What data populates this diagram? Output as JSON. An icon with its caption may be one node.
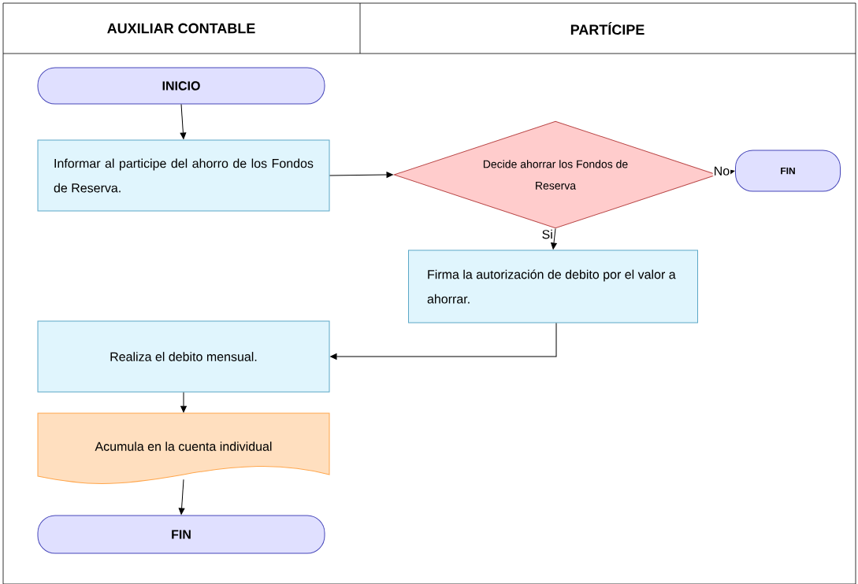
{
  "diagram": {
    "nodes": [
      {
        "text": [
          "INICIO"
        ]
      },
      {
        "text": [
          "Informar al participe del ahorro de los Fondos de Reserva."
        ]
      },
      {
        "text": [
          "Decide ahorrar los Fondos de Reserva"
        ]
      },
      {
        "text": [
          "FIN"
        ]
      },
      {
        "text": [
          "Firma la autorización de debito por el valor a ahorrar."
        ]
      },
      {
        "text": [
          "Realiza el debito mensual."
        ]
      },
      {
        "text": [
          "Acumula en la cuenta individual"
        ]
      },
      {
        "text": [
          "FIN"
        ]
      }
    ],
    "edges": [
      {
        "from": 0,
        "to": 1,
        "arrow": "to"
      },
      {
        "from": 1,
        "to": 2,
        "arrow": "to"
      },
      {
        "from": 2,
        "to": 3,
        "arrow": "to",
        "label": "No"
      },
      {
        "from": 2,
        "to": 4,
        "arrow": "to",
        "label": "Si"
      },
      {
        "from": 4,
        "to": 5,
        "arrow": "to"
      },
      {
        "from": 5,
        "to": 6,
        "arrow": "to"
      },
      {
        "from": 6,
        "to": 7,
        "arrow": "to"
      }
    ],
    "labels": [
      "AUXILIAR CONTABLE",
      "PARTÍCIPE"
    ]
  }
}
